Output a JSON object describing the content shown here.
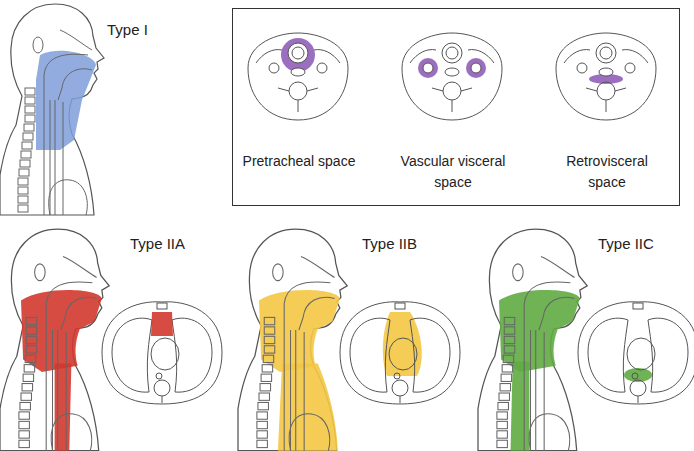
{
  "diagram": {
    "nodes": [
      {
        "text": [
          "Pretracheal space",
          "Vascular visceral space",
          "Retrovisceral space"
        ]
      }
    ],
    "labels": [
      "Type I",
      "Type IIA",
      "Type IIB",
      "Type IIC"
    ]
  }
}
